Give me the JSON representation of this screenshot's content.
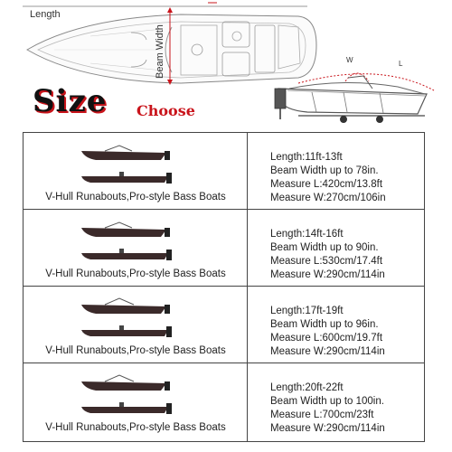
{
  "header": {
    "length_label": "Length",
    "beam_label": "Beam Width",
    "w_tag": "W",
    "l_tag": "L",
    "title": "Size",
    "subtitle": "Choose"
  },
  "colors": {
    "accent_red": "#c9141b",
    "boat_dark": "#3b2a2a",
    "line_gray": "#999999"
  },
  "rows": [
    {
      "caption": "V-Hull Runabouts,Pro-style Bass Boats",
      "length": "Length:11ft-13ft",
      "beam": "Beam Width up to 78in.",
      "measure_l": "Measure L:420cm/13.8ft",
      "measure_w": "Measure W:270cm/106in"
    },
    {
      "caption": "V-Hull Runabouts,Pro-style Bass Boats",
      "length": "Length:14ft-16ft",
      "beam": "Beam Width up to 90in.",
      "measure_l": "Measure L:530cm/17.4ft",
      "measure_w": "Measure W:290cm/114in"
    },
    {
      "caption": "V-Hull Runabouts,Pro-style Bass Boats",
      "length": "Length:17ft-19ft",
      "beam": "Beam Width up to 96in.",
      "measure_l": "Measure L:600cm/19.7ft",
      "measure_w": "Measure W:290cm/114in"
    },
    {
      "caption": "V-Hull Runabouts,Pro-style Bass Boats",
      "length": "Length:20ft-22ft",
      "beam": "Beam Width up to 100in.",
      "measure_l": "Measure L:700cm/23ft",
      "measure_w": "Measure W:290cm/114in"
    }
  ]
}
